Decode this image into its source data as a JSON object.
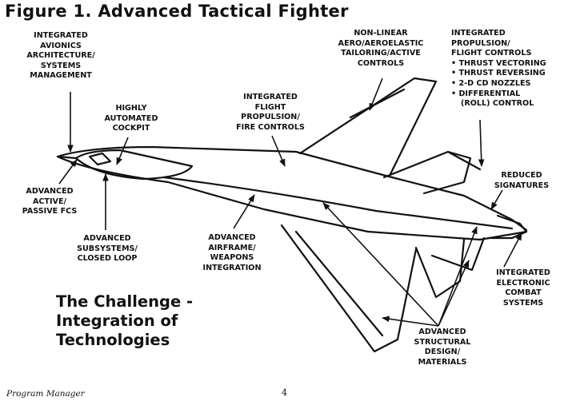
{
  "title": "Figure 1. Advanced Tactical Fighter",
  "labels": {
    "avionics": [
      "INTEGRATED",
      "AVIONICS",
      "ARCHITECTURE/",
      "SYSTEMS",
      "MANAGEMENT"
    ],
    "cockpit": [
      "HIGHLY",
      "AUTOMATED",
      "COCKPIT"
    ],
    "flight_propulsion_fire": [
      "INTEGRATED",
      "FLIGHT",
      "PROPULSION/",
      "FIRE CONTROLS"
    ],
    "nonlinear_aero": [
      "NON-LINEAR",
      "AERO/AEROELASTIC",
      "TAILORING/ACTIVE",
      "CONTROLS"
    ],
    "propulsion_flight": [
      "INTEGRATED",
      "PROPULSION/",
      "FLIGHT CONTROLS",
      "• THRUST VECTORING",
      "• THRUST REVERSING",
      "• 2-D CD NOZZLES",
      "• DIFFERENTIAL",
      "(ROLL) CONTROL"
    ],
    "reduced_signatures": [
      "REDUCED",
      "SIGNATURES"
    ],
    "fcs": [
      "ADVANCED",
      "ACTIVE/",
      "PASSIVE FCS"
    ],
    "subsystems": [
      "ADVANCED",
      "SUBSYSTEMS/",
      "CLOSED LOOP"
    ],
    "airframe_weapons": [
      "ADVANCED",
      "AIRFRAME/",
      "WEAPONS",
      "INTEGRATION"
    ],
    "electronic_combat": [
      "INTEGRATED",
      "ELECTRONIC",
      "COMBAT",
      "SYSTEMS"
    ],
    "structural": [
      "ADVANCED",
      "STRUCTURAL",
      "DESIGN/",
      "MATERIALS"
    ]
  },
  "challenge": [
    "The Challenge -",
    "Integration of",
    "Technologies"
  ],
  "footer": {
    "publication": "Program Manager",
    "page": "4"
  }
}
